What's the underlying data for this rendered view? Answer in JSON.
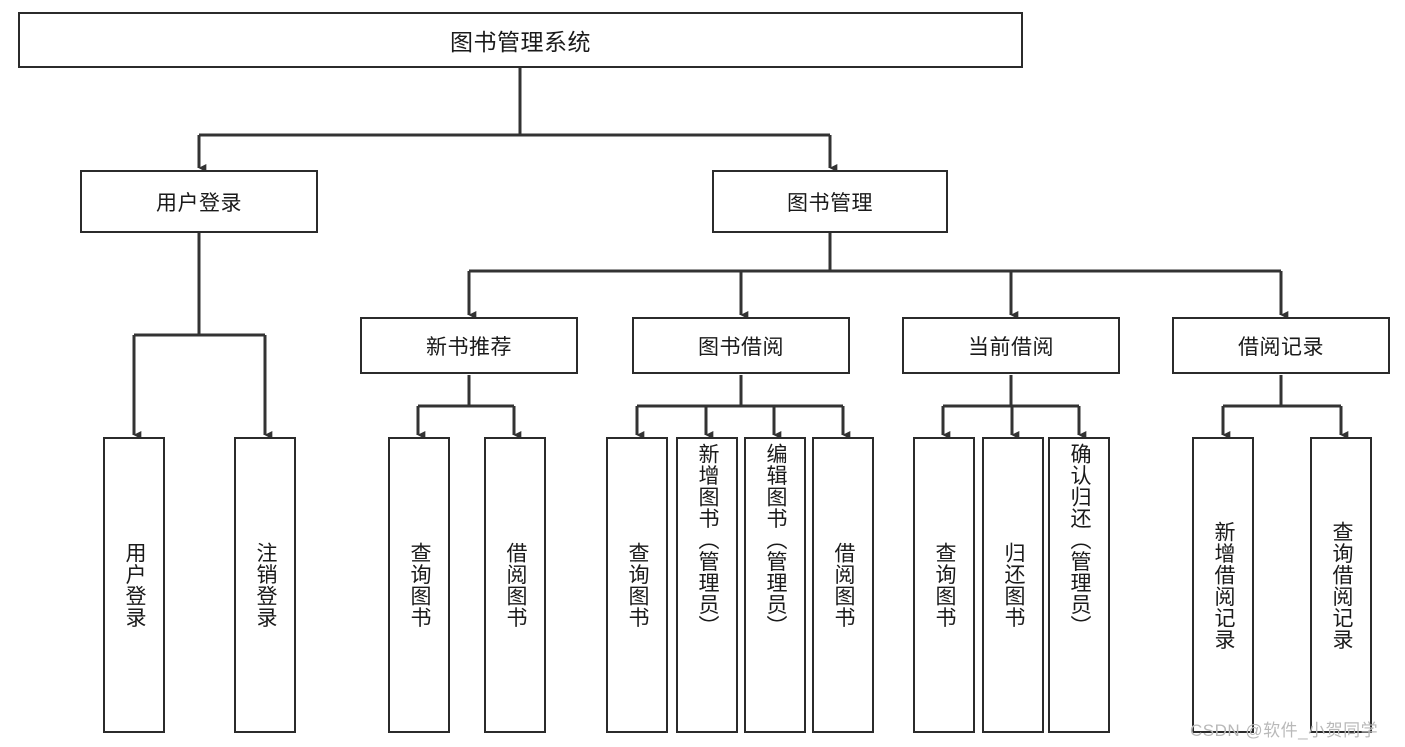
{
  "diagram": {
    "title": "图书管理系统",
    "type": "tree",
    "colors": {
      "stroke": "#2b2b2b",
      "line": "#333333",
      "text": "#1a1a1a",
      "background": "#ffffff",
      "watermark": "#b9b9b9"
    },
    "root": {
      "label": "图书管理系统"
    },
    "level2": [
      {
        "label": "用户登录"
      },
      {
        "label": "图书管理"
      }
    ],
    "level3": [
      {
        "label": "新书推荐"
      },
      {
        "label": "图书借阅"
      },
      {
        "label": "当前借阅"
      },
      {
        "label": "借阅记录"
      }
    ],
    "leaves": {
      "user_login": [
        {
          "label": "用户登录"
        },
        {
          "label": "注销登录"
        }
      ],
      "new_book_recommend": [
        {
          "label": "查询图书"
        },
        {
          "label": "借阅图书"
        }
      ],
      "book_borrow": [
        {
          "label": "查询图书"
        },
        {
          "label": "新增图书（管理员）"
        },
        {
          "label": "编辑图书（管理员）"
        },
        {
          "label": "借阅图书"
        }
      ],
      "current_borrow": [
        {
          "label": "查询图书"
        },
        {
          "label": "归还图书"
        },
        {
          "label": "确认归还（管理员）"
        }
      ],
      "borrow_record": [
        {
          "label": "新增借阅记录"
        },
        {
          "label": "查询借阅记录"
        }
      ]
    },
    "watermark": "CSDN @软件_小贺同学"
  }
}
